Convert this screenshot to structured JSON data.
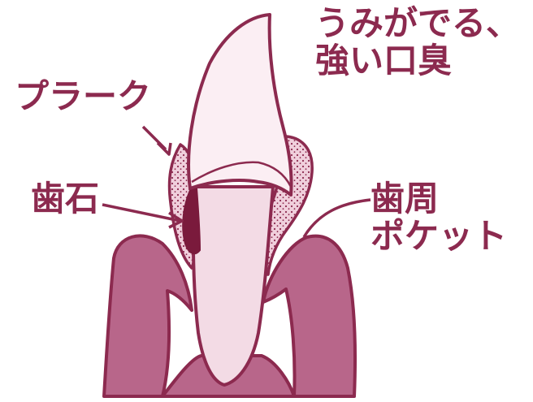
{
  "labels": {
    "pus_line1": "うみがでる、",
    "pus_line2": "強い口臭",
    "plaque": "プラーク",
    "calculus": "歯石",
    "pocket_line1": "歯周",
    "pocket_line2": "ポケット"
  },
  "colors": {
    "ink": "#8c2a4f",
    "gum": "#b8668a",
    "tooth_crown": "#fbeef3",
    "tooth_root": "#f3dbe5",
    "plaque_fill": "#f0cfdc",
    "calculus": "#7a1a3c",
    "background": "#ffffff"
  }
}
